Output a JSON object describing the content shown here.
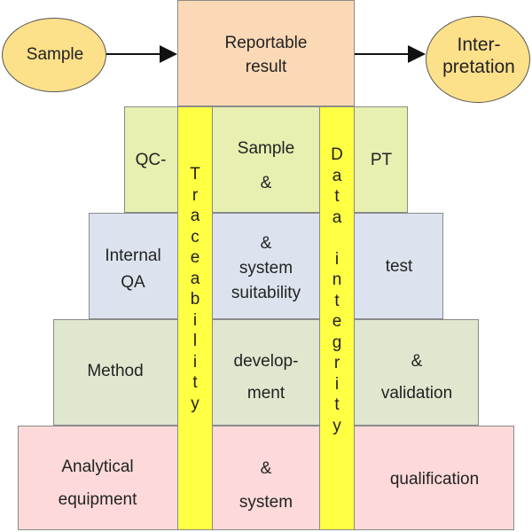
{
  "nodes": {
    "sample": "Sample",
    "reportable_line1": "Reportable",
    "reportable_line2": "result",
    "interp_line1": "Inter-",
    "interp_line2": "pretation"
  },
  "tier_qc": {
    "left": "QC-",
    "mid_line1": "Sample",
    "mid_line2": "&",
    "right": "PT"
  },
  "tier_qa": {
    "left_line1": "Internal",
    "left_line2": "QA",
    "mid_line1": "&",
    "mid_line2": "system",
    "mid_line3": "suitability",
    "right": "test"
  },
  "tier_method": {
    "left": "Method",
    "mid_line1": "develop-",
    "mid_line2": "ment",
    "right_line1": "&",
    "right_line2": "validation"
  },
  "tier_equipment": {
    "left_line1": "Analytical",
    "left_line2": "equipment",
    "mid_line1": "&",
    "mid_line2": "system",
    "right": "qualification"
  },
  "pillars": {
    "traceability": [
      "T",
      "r",
      "a",
      "c",
      "e",
      "a",
      "b",
      "i",
      "l",
      "i",
      "t",
      "y"
    ],
    "data_integrity": [
      "D",
      "a",
      "t",
      "a",
      " ",
      "i",
      "n",
      "t",
      "e",
      "g",
      "r",
      "i",
      "t",
      "y"
    ]
  },
  "colors": {
    "node": "#fde08a",
    "reportable": "#fcd9b6",
    "tier_qc": "#e7efb1",
    "tier_qa": "#dce3ee",
    "tier_method": "#dfe7cf",
    "tier_equipment": "#fdd9d9",
    "pillar": "#ffff44"
  }
}
